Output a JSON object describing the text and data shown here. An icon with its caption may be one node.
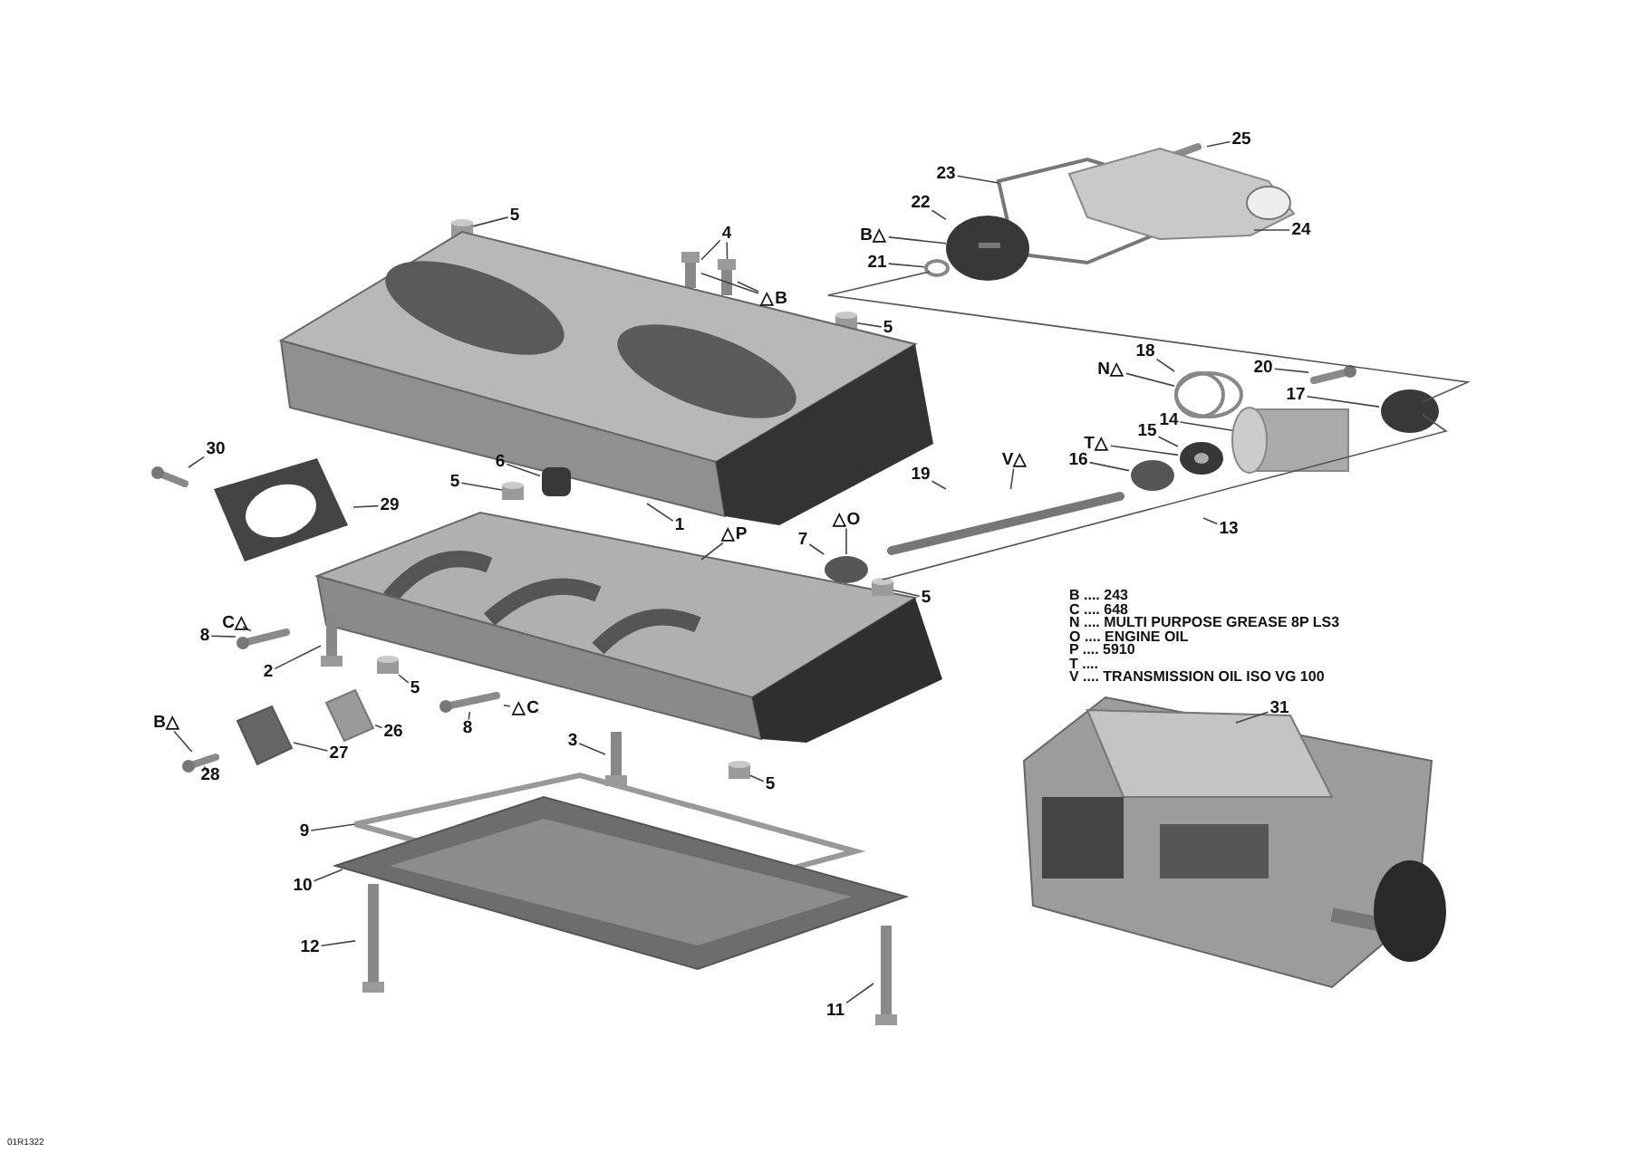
{
  "diagram": {
    "nodes": [
      {
        "text": [
          "25"
        ]
      },
      {
        "text": [
          "23"
        ]
      },
      {
        "text": [
          "22"
        ]
      },
      {
        "text": [
          "B△"
        ]
      },
      {
        "text": [
          "24"
        ]
      },
      {
        "text": [
          "21"
        ]
      },
      {
        "text": [
          "5"
        ]
      },
      {
        "text": [
          "4"
        ]
      },
      {
        "text": [
          "△B"
        ]
      },
      {
        "text": [
          "5"
        ]
      },
      {
        "text": [
          "18"
        ]
      },
      {
        "text": [
          "N△"
        ]
      },
      {
        "text": [
          "20"
        ]
      },
      {
        "text": [
          "17"
        ]
      },
      {
        "text": [
          "14"
        ]
      },
      {
        "text": [
          "15"
        ]
      },
      {
        "text": [
          "T△"
        ]
      },
      {
        "text": [
          "30"
        ]
      },
      {
        "text": [
          "6"
        ]
      },
      {
        "text": [
          "16"
        ]
      },
      {
        "text": [
          "5"
        ]
      },
      {
        "text": [
          "V△"
        ]
      },
      {
        "text": [
          "19"
        ]
      },
      {
        "text": [
          "29"
        ]
      },
      {
        "text": [
          "△O"
        ]
      },
      {
        "text": [
          "1"
        ]
      },
      {
        "text": [
          "13"
        ]
      },
      {
        "text": [
          "△P"
        ]
      },
      {
        "text": [
          "7"
        ]
      },
      {
        "text": [
          "5"
        ]
      },
      {
        "text": [
          "C△"
        ]
      },
      {
        "text": [
          "8"
        ]
      },
      {
        "text": [
          "2"
        ]
      },
      {
        "text": [
          "5"
        ]
      },
      {
        "text": [
          "△C"
        ]
      },
      {
        "text": [
          "31"
        ]
      },
      {
        "text": [
          "8"
        ]
      },
      {
        "text": [
          "26"
        ]
      },
      {
        "text": [
          "B△"
        ]
      },
      {
        "text": [
          "3"
        ]
      },
      {
        "text": [
          "27"
        ]
      },
      {
        "text": [
          "28"
        ]
      },
      {
        "text": [
          "5"
        ]
      },
      {
        "text": [
          "9"
        ]
      },
      {
        "text": [
          "10"
        ]
      },
      {
        "text": [
          "12"
        ]
      },
      {
        "text": [
          "11"
        ]
      },
      {
        "text": [],
        "shape": "picture"
      },
      {
        "text": [],
        "shape": "picture"
      },
      {
        "text": [],
        "shape": "picture"
      },
      {
        "text": [],
        "shape": "picture"
      },
      {
        "text": [],
        "shape": "circle"
      },
      {
        "text": [],
        "shape": "cylinder"
      },
      {
        "text": [],
        "shape": "picture"
      },
      {
        "text": [],
        "shape": "picture"
      },
      {
        "text": [],
        "shape": "cylinder"
      },
      {
        "text": [],
        "shape": "circle"
      },
      {
        "text": [],
        "shape": "picture"
      },
      {
        "text": [],
        "shape": "circle"
      },
      {
        "text": [],
        "shape": "cylinder"
      },
      {
        "text": [],
        "shape": "picture"
      },
      {
        "text": [],
        "shape": "circle"
      },
      {
        "text": [],
        "shape": "bar"
      },
      {
        "text": [],
        "shape": "picture"
      },
      {
        "text": [],
        "shape": "picture"
      },
      {
        "text": [],
        "shape": "box"
      },
      {
        "text": [],
        "shape": "cylinder"
      },
      {
        "text": [],
        "shape": "picture"
      },
      {
        "text": [],
        "shape": "circle"
      },
      {
        "text": [],
        "shape": "picture"
      },
      {
        "text": [],
        "shape": "cylinder"
      },
      {
        "text": [],
        "shape": "picture"
      },
      {
        "text": [],
        "shape": "picture"
      },
      {
        "text": [],
        "shape": "cylinder"
      },
      {
        "text": [],
        "shape": "picture"
      },
      {
        "text": [],
        "shape": "picture"
      },
      {
        "text": [],
        "shape": "picture"
      },
      {
        "text": [],
        "shape": "picture"
      },
      {
        "text": [],
        "shape": "picture"
      },
      {
        "text": [],
        "shape": "picture"
      },
      {
        "text": [],
        "shape": "cylinder"
      },
      {
        "text": [],
        "shape": "picture"
      },
      {
        "text": [],
        "shape": "picture"
      },
      {
        "text": [],
        "shape": "picture"
      },
      {
        "text": [],
        "shape": "picture"
      }
    ],
    "edges": [
      {
        "from": 0,
        "to": 47,
        "arrow": "none"
      },
      {
        "from": 1,
        "to": 48,
        "arrow": "none"
      },
      {
        "from": 2,
        "to": 50,
        "arrow": "none"
      },
      {
        "from": 3,
        "to": 50,
        "arrow": "none"
      },
      {
        "from": 4,
        "to": 49,
        "arrow": "none"
      },
      {
        "from": 5,
        "to": 51,
        "arrow": "none"
      },
      {
        "from": 6,
        "to": 52,
        "arrow": "none"
      },
      {
        "from": 7,
        "to": 53,
        "arrow": "none"
      },
      {
        "from": 7,
        "to": 54,
        "arrow": "none"
      },
      {
        "from": 8,
        "to": 53,
        "arrow": "none"
      },
      {
        "from": 8,
        "to": 54,
        "arrow": "none"
      },
      {
        "from": 9,
        "to": 55,
        "arrow": "none"
      },
      {
        "from": 10,
        "to": 56,
        "arrow": "none"
      },
      {
        "from": 11,
        "to": 56,
        "arrow": "none"
      },
      {
        "from": 12,
        "to": 57,
        "arrow": "none"
      },
      {
        "from": 13,
        "to": 58,
        "arrow": "none"
      },
      {
        "from": 14,
        "to": 59,
        "arrow": "none"
      },
      {
        "from": 15,
        "to": 60,
        "arrow": "none"
      },
      {
        "from": 16,
        "to": 60,
        "arrow": "none"
      },
      {
        "from": 17,
        "to": 64,
        "arrow": "none"
      },
      {
        "from": 18,
        "to": 65,
        "arrow": "none"
      },
      {
        "from": 19,
        "to": 61,
        "arrow": "none"
      },
      {
        "from": 20,
        "to": 66,
        "arrow": "none"
      },
      {
        "from": 21,
        "to": 62,
        "arrow": "none"
      },
      {
        "from": 22,
        "to": 62,
        "arrow": "none"
      },
      {
        "from": 23,
        "to": 67,
        "arrow": "none"
      },
      {
        "from": 24,
        "to": 68,
        "arrow": "none"
      },
      {
        "from": 25,
        "to": 63,
        "arrow": "none"
      },
      {
        "from": 26,
        "to": null,
        "arrow": "none"
      },
      {
        "from": 27,
        "to": 69,
        "arrow": "none"
      },
      {
        "from": 28,
        "to": 68,
        "arrow": "none"
      },
      {
        "from": 29,
        "to": 70,
        "arrow": "none"
      },
      {
        "from": 30,
        "to": 71,
        "arrow": "none"
      },
      {
        "from": 31,
        "to": 71,
        "arrow": "none"
      },
      {
        "from": 32,
        "to": 72,
        "arrow": "none"
      },
      {
        "from": 33,
        "to": 73,
        "arrow": "none"
      },
      {
        "from": 34,
        "to": 74,
        "arrow": "none"
      },
      {
        "from": 35,
        "to": 75,
        "arrow": "none"
      },
      {
        "from": 36,
        "to": 74,
        "arrow": "none"
      },
      {
        "from": 37,
        "to": 76,
        "arrow": "none"
      },
      {
        "from": 38,
        "to": 78,
        "arrow": "none"
      },
      {
        "from": 39,
        "to": 79,
        "arrow": "none"
      },
      {
        "from": 40,
        "to": 77,
        "arrow": "none"
      },
      {
        "from": 41,
        "to": 78,
        "arrow": "none"
      },
      {
        "from": 42,
        "to": 80,
        "arrow": "none"
      },
      {
        "from": 43,
        "to": 81,
        "arrow": "none"
      },
      {
        "from": 44,
        "to": 82,
        "arrow": "none"
      },
      {
        "from": 45,
        "to": 83,
        "arrow": "none"
      },
      {
        "from": 46,
        "to": 84,
        "arrow": "none"
      }
    ],
    "labels": [
      "B .... 243",
      "C .... 648",
      "N .... MULTI PURPOSE GREASE 8P LS3",
      "O .... ENGINE OIL",
      "P .... 5910",
      "T ....",
      "V .... TRANSMISSION OIL ISO VG 100",
      "01R1322"
    ]
  }
}
